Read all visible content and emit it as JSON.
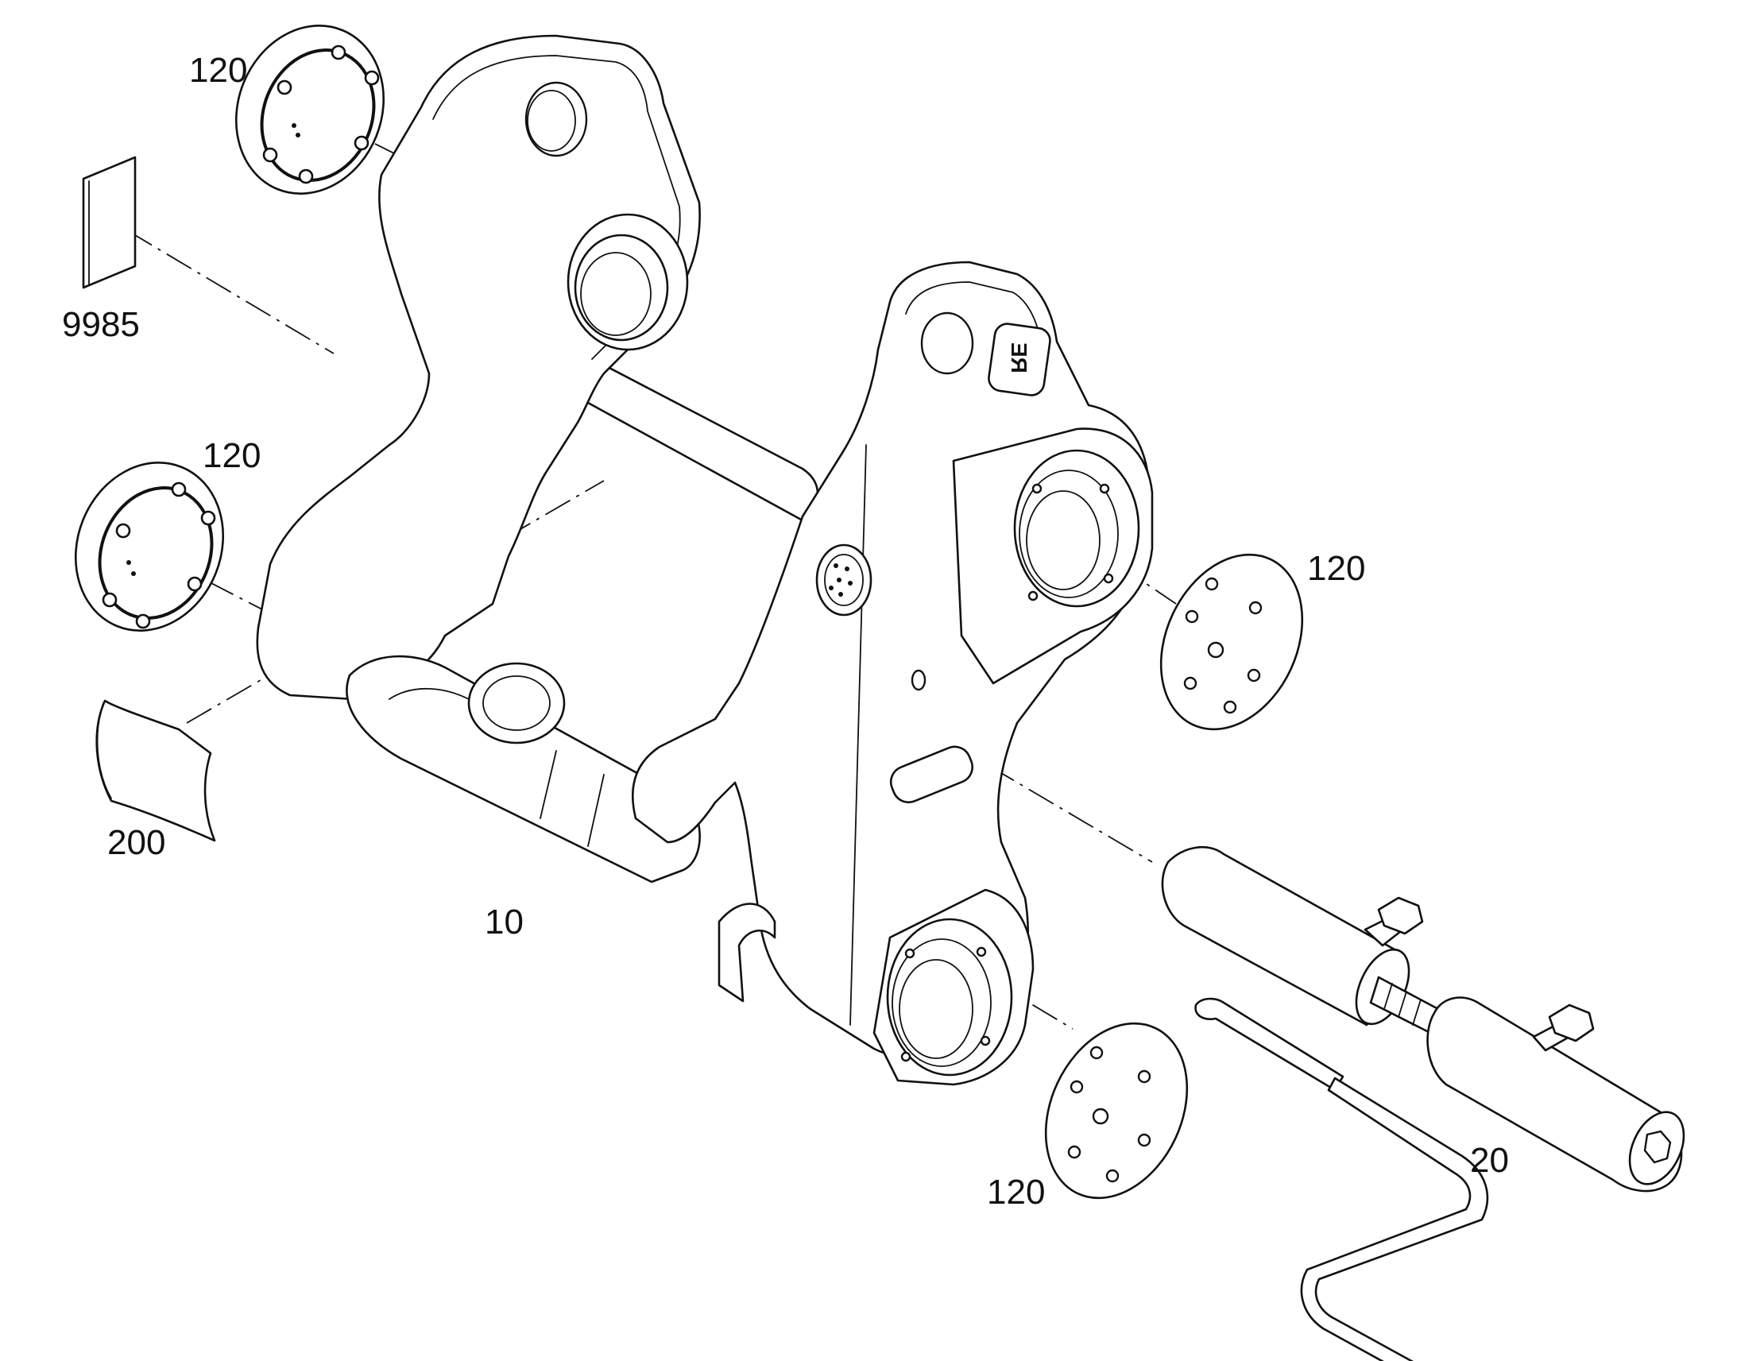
{
  "callouts": {
    "part_9985": "9985",
    "part_200": "200",
    "part_10": "10",
    "part_20": "20",
    "part_120_top": "120",
    "part_120_left": "120",
    "part_120_right": "120",
    "part_120_bottom": "120"
  },
  "colors": {
    "line": "#111111",
    "background": "#ffffff"
  },
  "icons": {
    "logo": "quick-coupler-brand-logo-icon"
  }
}
